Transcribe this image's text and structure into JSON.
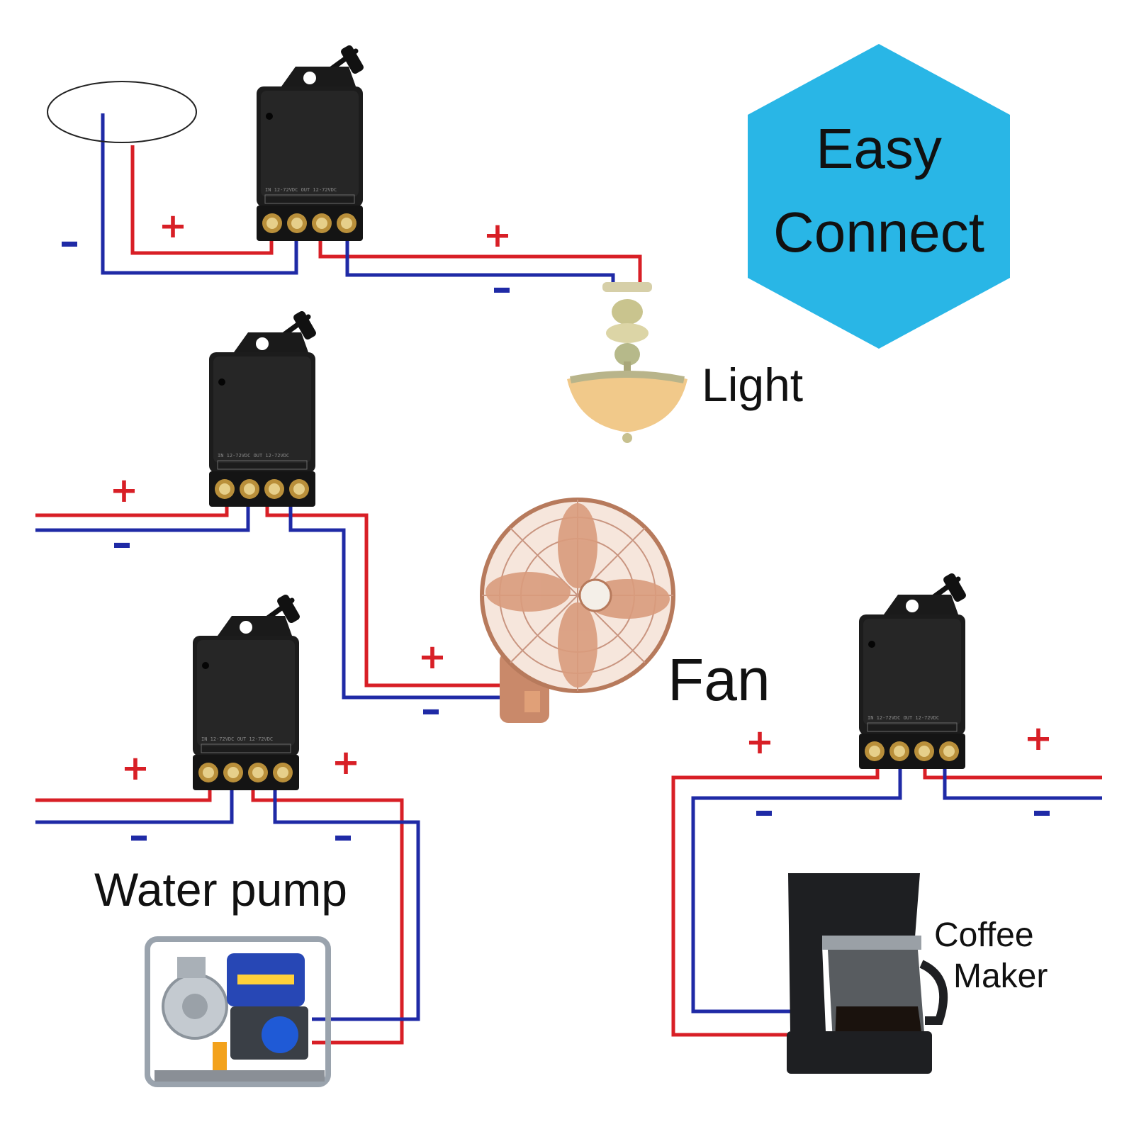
{
  "badge": {
    "line1": "Easy",
    "line2": "Connect",
    "color": "#29b6e6"
  },
  "wire_colors": {
    "positive": "#d81f26",
    "negative": "#1f2aa6"
  },
  "polarity": {
    "plus": "+",
    "minus": "–"
  },
  "loads": {
    "light": {
      "label": "Light"
    },
    "fan": {
      "label": "Fan"
    },
    "water_pump": {
      "label": "Water pump"
    },
    "coffee_maker": {
      "label_line1": "Coffee",
      "label_line2": "Maker"
    }
  },
  "relay": {
    "icon": "relay-module-icon",
    "terminal_text": "IN 12-72VDC   OUT 12-72VDC"
  }
}
